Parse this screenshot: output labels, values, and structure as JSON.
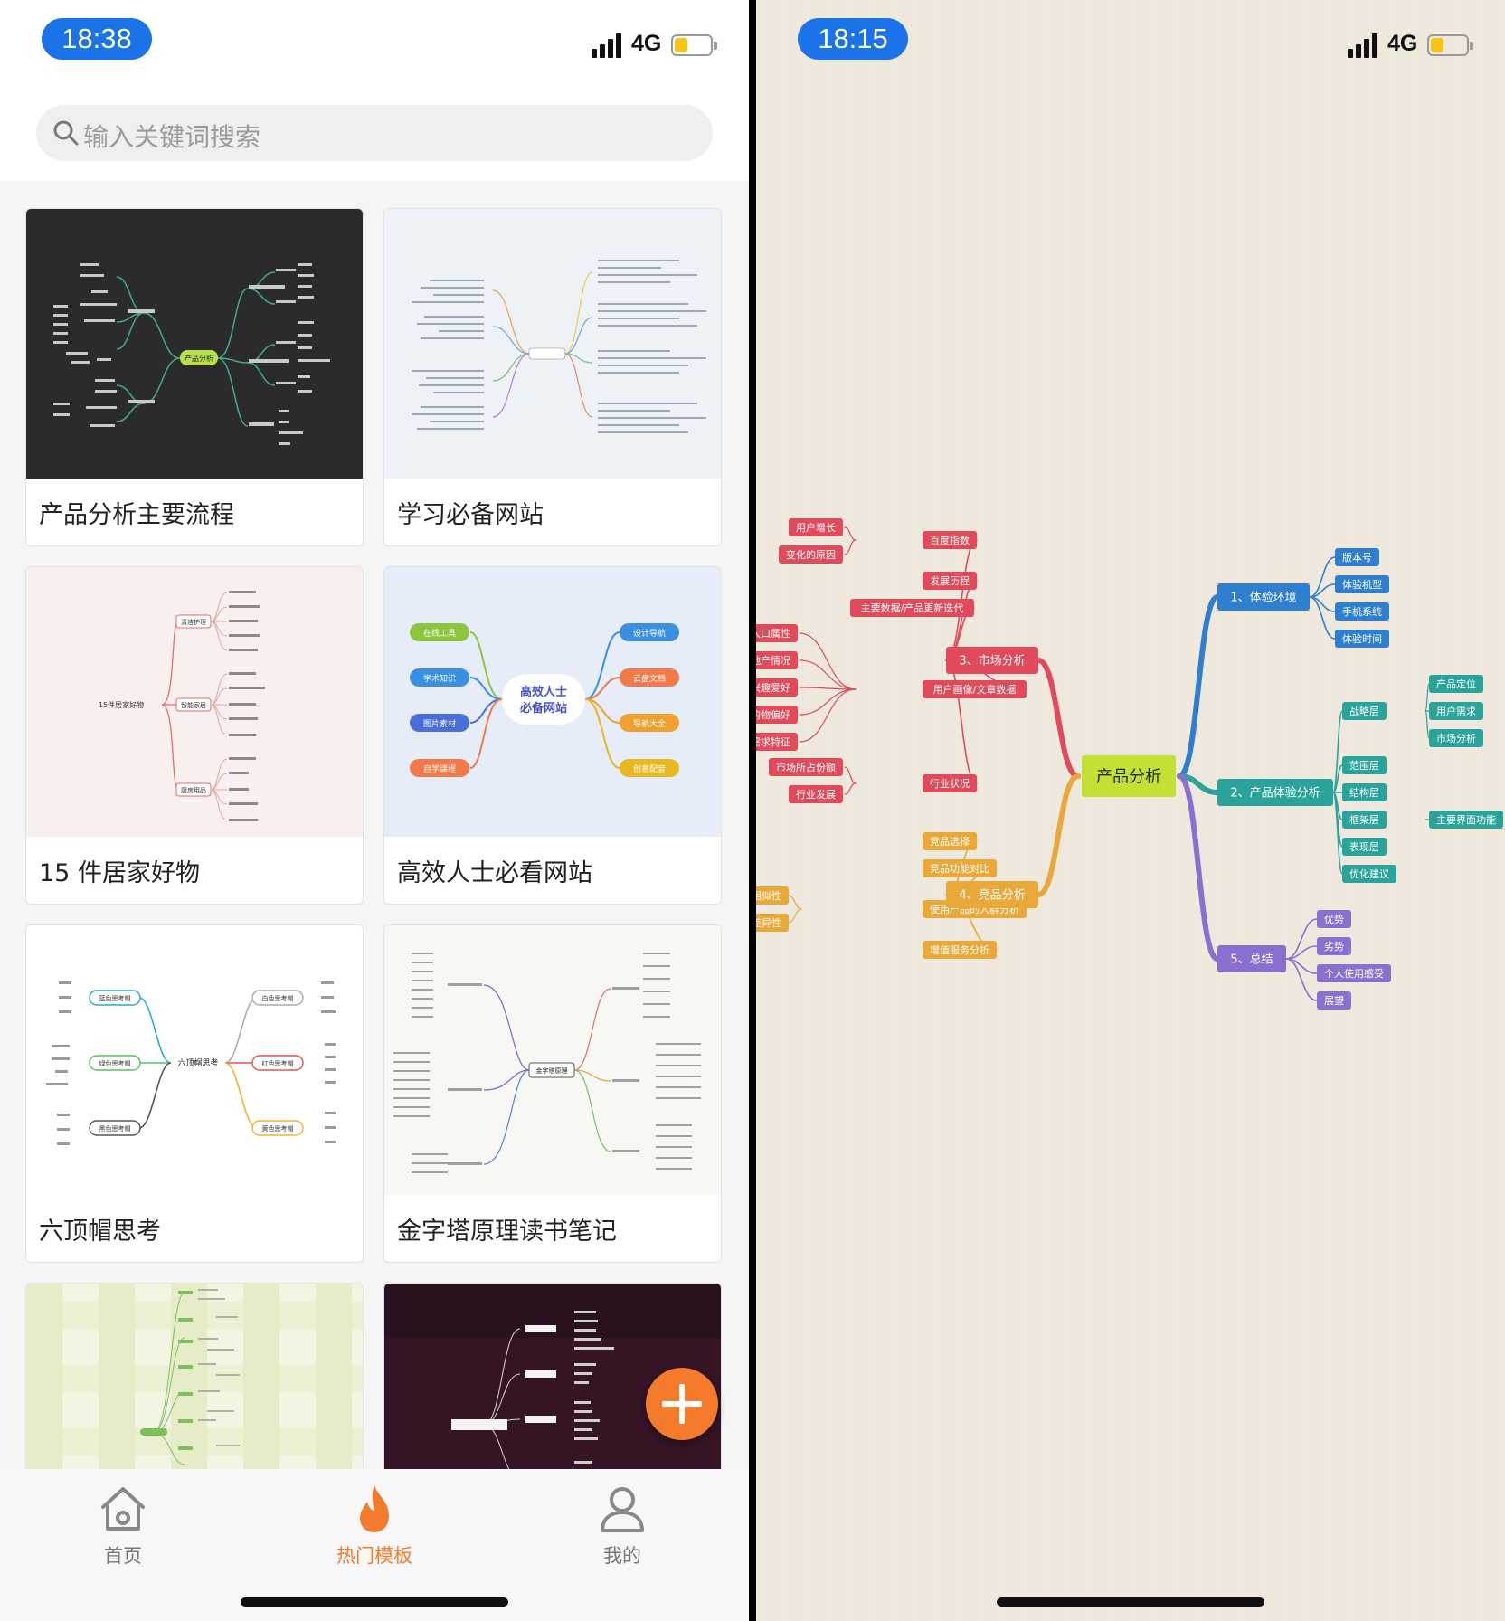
{
  "left_phone": {
    "status": {
      "time": "18:38",
      "network": "4G",
      "battery_level": 0.35
    },
    "search": {
      "placeholder": "输入关键词搜索"
    },
    "templates": [
      {
        "title": "产品分析主要流程"
      },
      {
        "title": "学习必备网站"
      },
      {
        "title": "15 件居家好物"
      },
      {
        "title": "高效人士必看网站"
      },
      {
        "title": "六顶帽思考"
      },
      {
        "title": "金字塔原理读书笔记"
      },
      {
        "title": ""
      },
      {
        "title": ""
      }
    ],
    "thumb_text": {
      "product_center": "产品分析",
      "home_center": "15件居家好物",
      "home_b1": "清洁护理",
      "home_b2": "智能家居",
      "home_b3": "厨房用品",
      "web_center_1": "高效人士",
      "web_center_2": "必备网站",
      "web_left": [
        "在线工具",
        "学术知识",
        "图片素材",
        "自学课程"
      ],
      "web_right": [
        "设计导航",
        "云盘文档",
        "导航大全",
        "创意配音"
      ],
      "hats_center": "六顶帽思考",
      "hats": [
        "蓝色思考帽",
        "绿色思考帽",
        "黑色思考帽",
        "白色思考帽",
        "红色思考帽",
        "黄色思考帽"
      ],
      "pyramid_center": "金字塔原理"
    },
    "tabs": [
      {
        "label": "首页",
        "icon": "home-icon"
      },
      {
        "label": "热门模板",
        "icon": "fire-icon"
      },
      {
        "label": "我的",
        "icon": "user-icon"
      }
    ],
    "accent": "#f47a2c"
  },
  "right_phone": {
    "status": {
      "time": "18:15",
      "network": "4G",
      "battery_level": 0.35
    },
    "mindmap": {
      "root": "产品分析",
      "branches": [
        {
          "label": "1、体验环境",
          "color": "#2f7fd1",
          "children": [
            "版本号",
            "体验机型",
            "手机系统",
            "体验时间"
          ]
        },
        {
          "label": "2、产品体验分析",
          "color": "#2aa39a",
          "children": [
            "战略层",
            "范围层",
            "结构层",
            "框架层",
            "表现层",
            "优化建议"
          ],
          "grandchildren": [
            "产品定位",
            "用户需求",
            "市场分析",
            "主要界面功能"
          ]
        },
        {
          "label": "3、市场分析",
          "color": "#e04a5a",
          "children": [
            "百度指数",
            "发展历程",
            "主要数据/产品更新迭代",
            "用户画像/文章数据",
            "行业状况"
          ],
          "grandchildren": [
            "用户增长",
            "变化的原因",
            "人口属性",
            "地产情况",
            "兴趣爱好",
            "购物偏好",
            "需求特征",
            "市场所占份额",
            "行业发展"
          ]
        },
        {
          "label": "4、竞品分析",
          "color": "#e9a83a",
          "children": [
            "竞品选择",
            "竞品功能对比",
            "使用产品的人群分析",
            "增值服务分析"
          ],
          "grandchildren": [
            "相似性",
            "差异性"
          ]
        },
        {
          "label": "5、总结",
          "color": "#8a6fd1",
          "children": [
            "优势",
            "劣势",
            "个人使用感受",
            "展望"
          ]
        }
      ]
    }
  }
}
